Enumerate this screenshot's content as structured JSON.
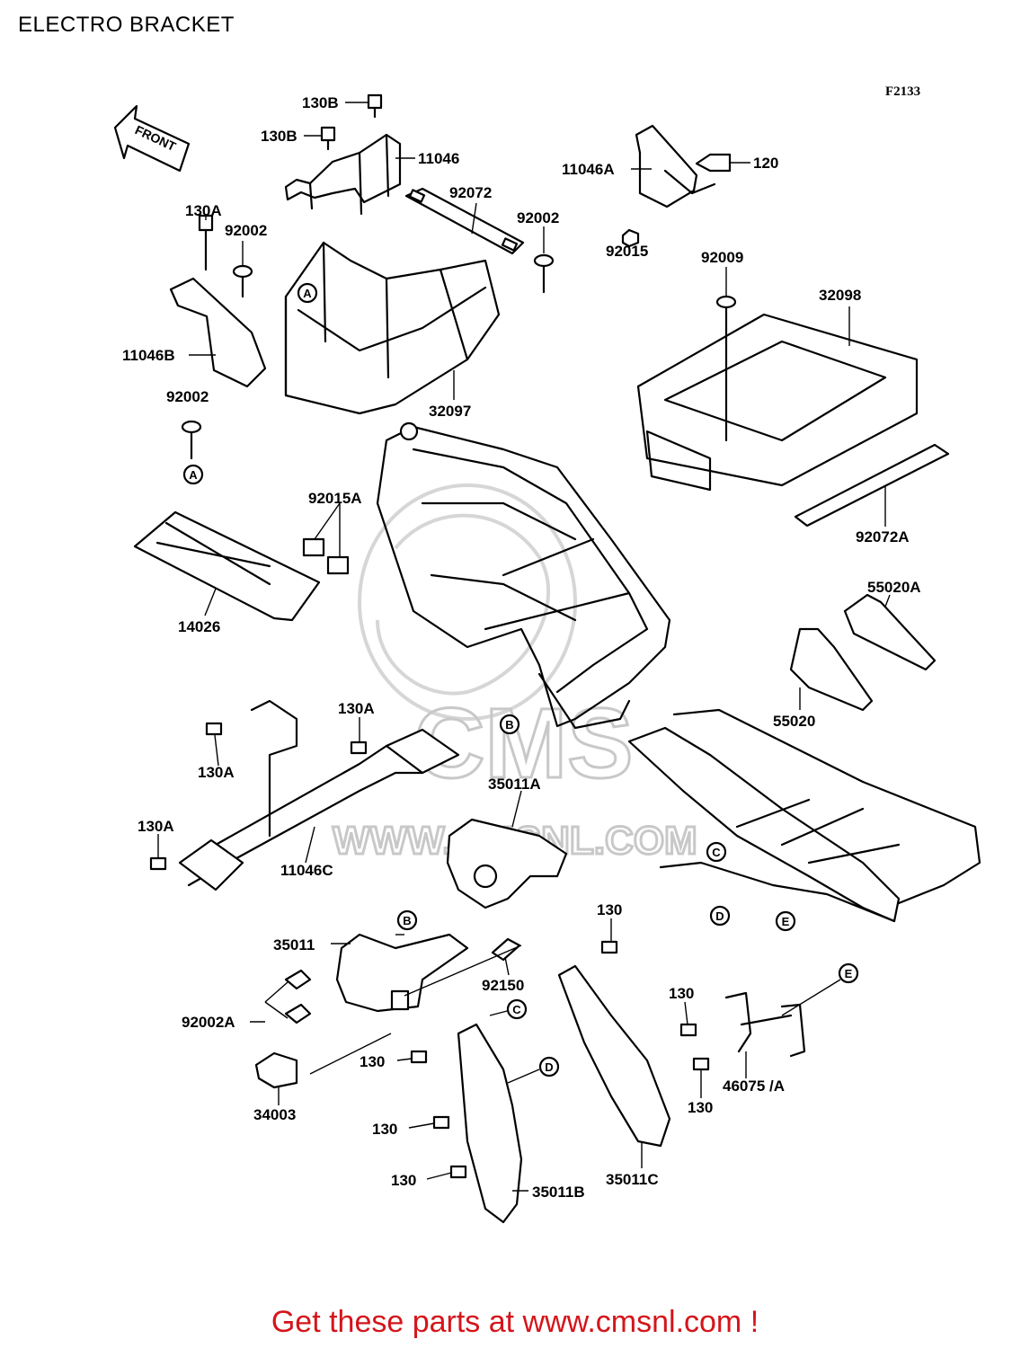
{
  "page_title": "ELECTRO BRACKET",
  "figure_code": "F2133",
  "front_arrow_label": "FRONT",
  "watermark": {
    "brand": "CMS",
    "url": "WWW.CMSNL.COM"
  },
  "parts": [
    {
      "label": "130B"
    },
    {
      "label": "130B"
    },
    {
      "label": "11046"
    },
    {
      "label": "11046A"
    },
    {
      "label": "120"
    },
    {
      "label": "92072"
    },
    {
      "label": "92002"
    },
    {
      "label": "92015"
    },
    {
      "label": "130A"
    },
    {
      "label": "92002"
    },
    {
      "label": "92009"
    },
    {
      "label": "32098"
    },
    {
      "label": "11046B"
    },
    {
      "label": "92002"
    },
    {
      "label": "32097"
    },
    {
      "label": "92015A"
    },
    {
      "label": "92072A"
    },
    {
      "label": "55020A"
    },
    {
      "label": "14026"
    },
    {
      "label": "55020"
    },
    {
      "label": "130A"
    },
    {
      "label": "130A"
    },
    {
      "label": "35011A"
    },
    {
      "label": "130A"
    },
    {
      "label": "11046C"
    },
    {
      "label": "130"
    },
    {
      "label": "35011"
    },
    {
      "label": "92150"
    },
    {
      "label": "130"
    },
    {
      "label": "92002A"
    },
    {
      "label": "130"
    },
    {
      "label": "46075 /A"
    },
    {
      "label": "130"
    },
    {
      "label": "34003"
    },
    {
      "label": "130"
    },
    {
      "label": "35011C"
    },
    {
      "label": "130"
    },
    {
      "label": "35011B"
    }
  ],
  "reference_markers": [
    {
      "letter": "A"
    },
    {
      "letter": "A"
    },
    {
      "letter": "B"
    },
    {
      "letter": "B"
    },
    {
      "letter": "C"
    },
    {
      "letter": "C"
    },
    {
      "letter": "D"
    },
    {
      "letter": "D"
    },
    {
      "letter": "E"
    },
    {
      "letter": "E"
    }
  ],
  "footer_text": "Get these parts at www.cmsnl.com !",
  "colors": {
    "footer": "#d4151b",
    "watermark": "#c8c8c8",
    "ink": "#000000"
  }
}
